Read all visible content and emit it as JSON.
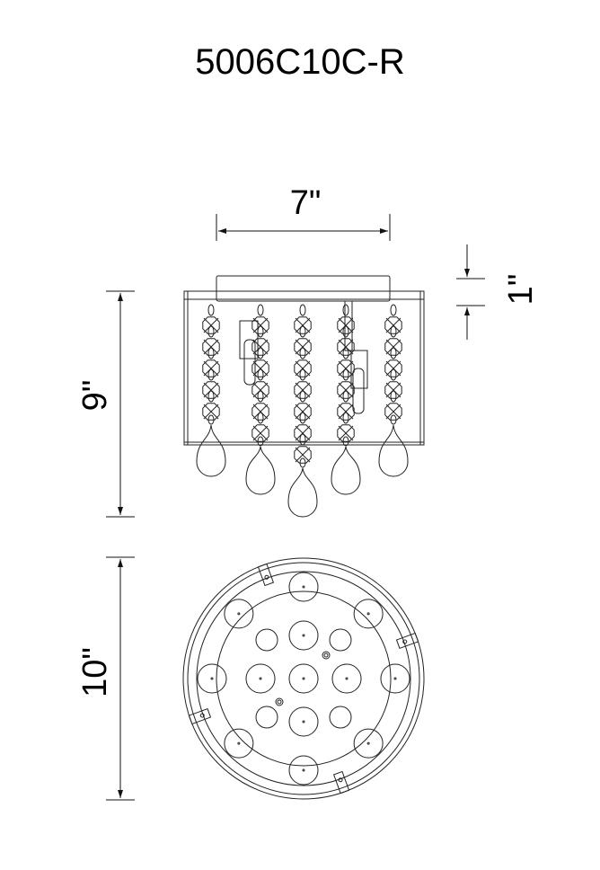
{
  "title": "5006C10C-R",
  "dimensions": {
    "width": "7\"",
    "height": "9\"",
    "canopy_height": "1\"",
    "diameter": "10\""
  },
  "colors": {
    "line": "#222222",
    "background": "#ffffff"
  }
}
